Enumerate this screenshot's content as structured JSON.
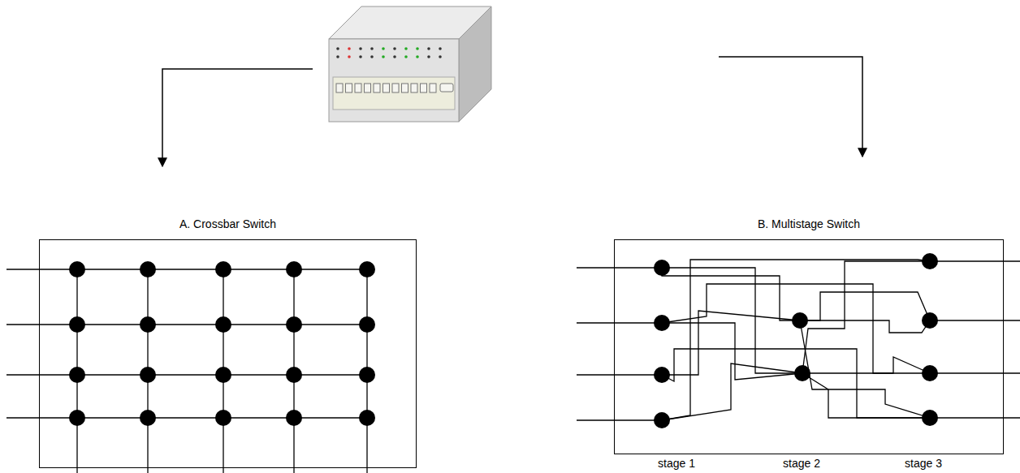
{
  "diagram": {
    "nodes": [
      {
        "text": [
          "A. Crossbar Switch"
        ]
      },
      {
        "text": [
          "B. Multistage Switch"
        ]
      }
    ],
    "labels": [
      "stage 1",
      "stage 2",
      "stage 3"
    ]
  }
}
